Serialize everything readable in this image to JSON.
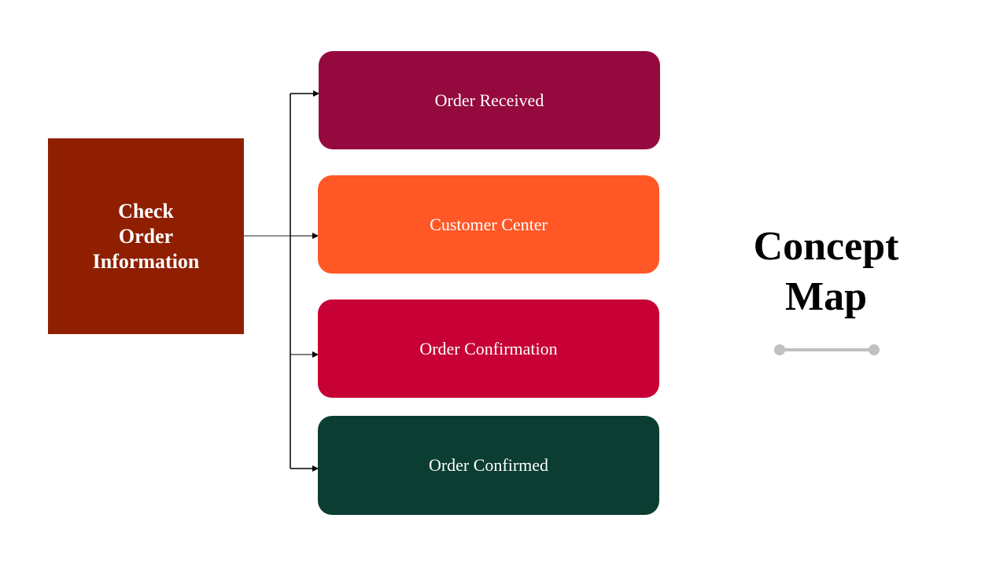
{
  "diagram": {
    "root": {
      "lines": [
        "Check",
        "Order",
        "Information"
      ],
      "color": "#8f1f00"
    },
    "nodes": [
      {
        "label": "Order Received",
        "color": "#940a3f"
      },
      {
        "label": "Customer Center",
        "color": "#ff5726"
      },
      {
        "label": "Order Confirmation",
        "color": "#c70035"
      },
      {
        "label": "Order Confirmed",
        "color": "#0b3d33"
      }
    ]
  },
  "title": {
    "lines": [
      "Concept",
      "Map"
    ]
  },
  "decoration": {
    "slider_icon": "divider-slider-icon",
    "color": "#c0c0c0"
  }
}
